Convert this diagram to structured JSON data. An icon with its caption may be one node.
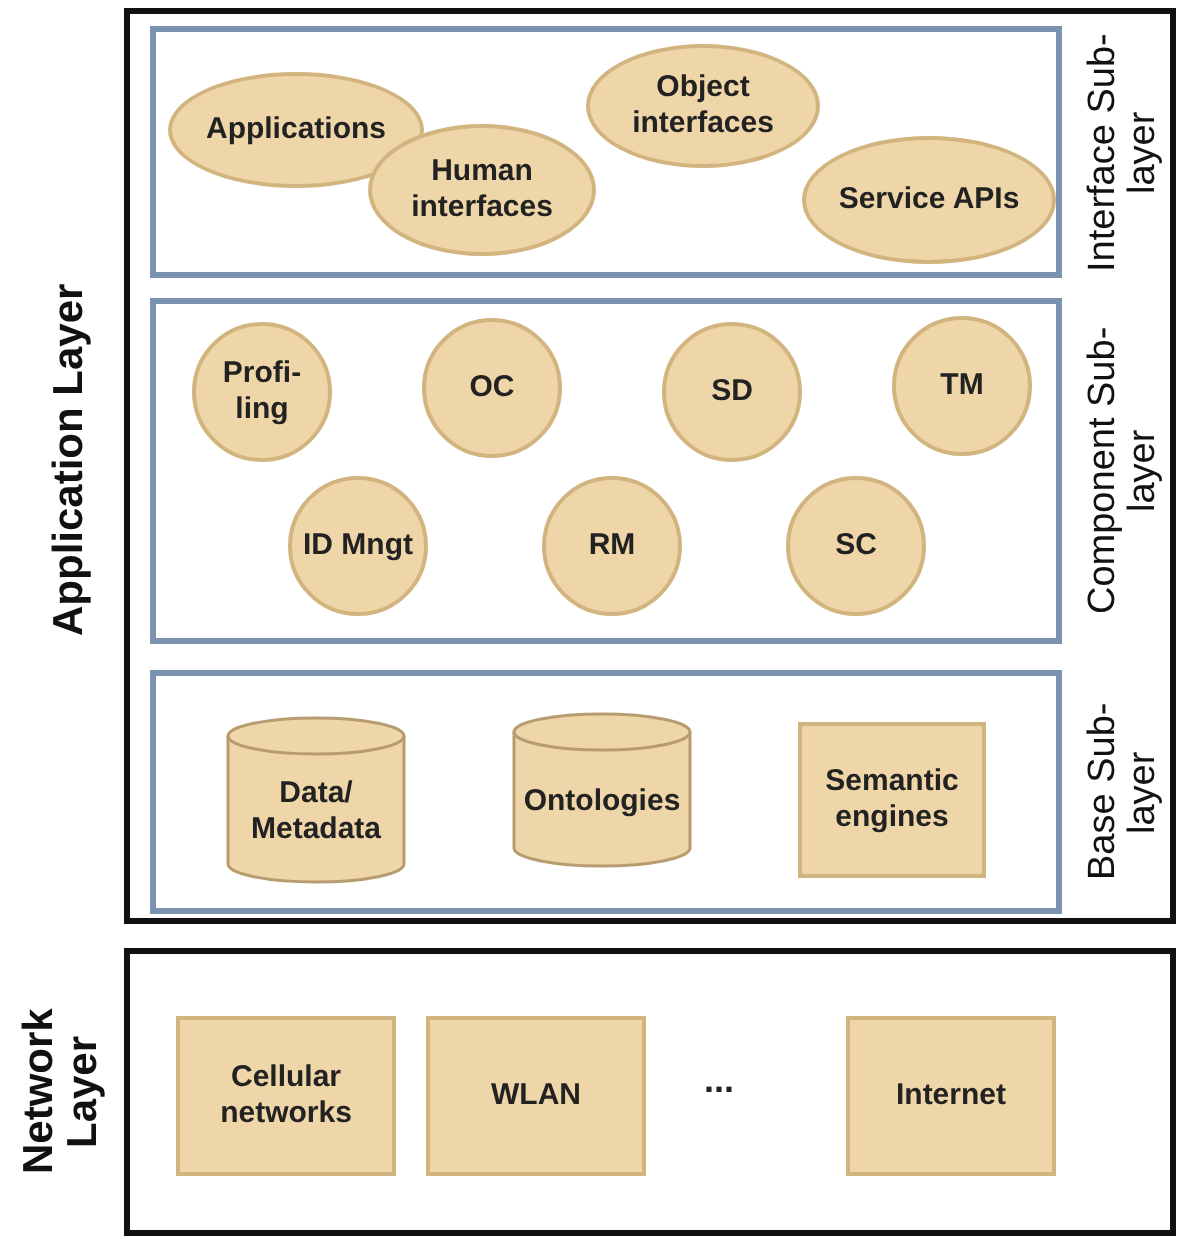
{
  "diagram": {
    "nodes": [
      {
        "text": [
          "Application Layer"
        ]
      },
      {
        "text": [
          "Interface Sub-layer"
        ],
        "in": 0
      },
      {
        "text": [
          "Applications"
        ],
        "in": 1
      },
      {
        "text": [
          "Human interfaces"
        ],
        "in": 1
      },
      {
        "text": [
          "Object interfaces"
        ],
        "in": 1
      },
      {
        "text": [
          "Service APIs"
        ],
        "in": 1
      },
      {
        "text": [
          "Component Sub-layer"
        ],
        "in": 0
      },
      {
        "text": [
          "Profi- ling"
        ],
        "in": 6
      },
      {
        "text": [
          "OC"
        ],
        "in": 6
      },
      {
        "text": [
          "SD"
        ],
        "in": 6
      },
      {
        "text": [
          "TM"
        ],
        "in": 6
      },
      {
        "text": [
          "ID Mngt"
        ],
        "in": 6
      },
      {
        "text": [
          "RM"
        ],
        "in": 6
      },
      {
        "text": [
          "SC"
        ],
        "in": 6
      },
      {
        "text": [
          "Base Sub-layer"
        ],
        "in": 0
      },
      {
        "text": [
          "Data/ Metadata"
        ],
        "in": 14
      },
      {
        "text": [
          "Ontologies"
        ],
        "in": 14
      },
      {
        "text": [
          "Semantic engines"
        ],
        "in": 14
      },
      {
        "text": [
          "Network Layer"
        ]
      },
      {
        "text": [
          "Cellular networks"
        ],
        "in": 18
      },
      {
        "text": [
          "WLAN"
        ],
        "in": 18
      },
      {
        "text": [
          "Internet"
        ],
        "in": 18
      }
    ],
    "edges": [],
    "labels": [
      "..."
    ]
  }
}
